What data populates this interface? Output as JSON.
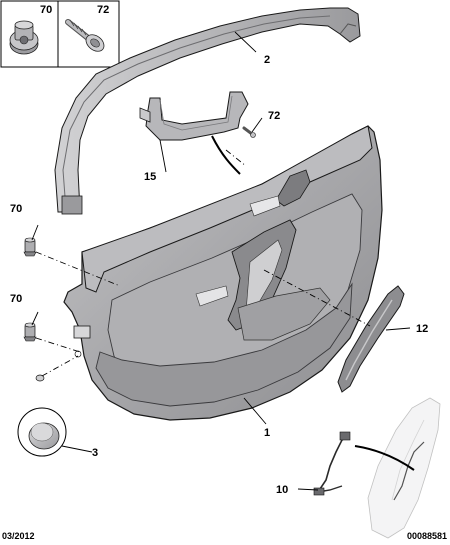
{
  "inset": {
    "left_label": "70",
    "right_label": "72"
  },
  "callouts": {
    "c2": "2",
    "c72": "72",
    "c15": "15",
    "c70a": "70",
    "c70b": "70",
    "c12": "12",
    "c1": "1",
    "c3": "3",
    "c10": "10"
  },
  "footer": {
    "date": "03/2012",
    "reference": "00088581"
  },
  "colors": {
    "panel_fill": "#a9a9ab",
    "panel_light": "#c9c9cb",
    "panel_dark": "#7d7d80",
    "outline": "#1a1a1a",
    "line": "#000000"
  }
}
